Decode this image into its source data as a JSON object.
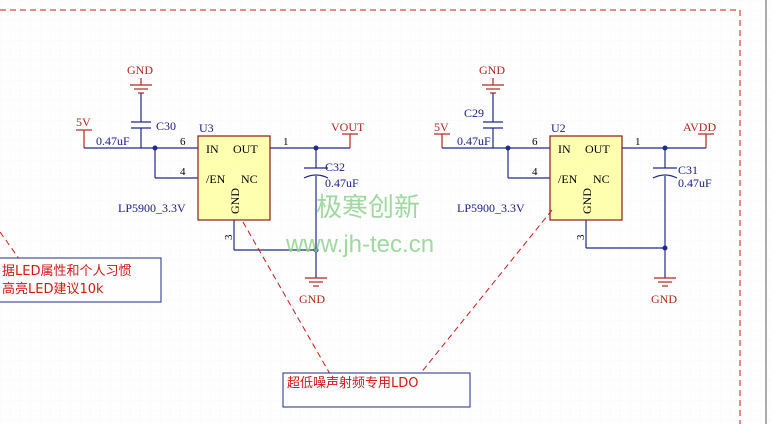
{
  "left": {
    "gnd_top": "GND",
    "cap_top": "C30",
    "cap_top_value": "0.47uF",
    "power_in": "5V",
    "ref": "U3",
    "part": "LP5900_3.3V",
    "pin_in": "IN",
    "pin_out": "OUT",
    "pin_en": "/EN",
    "pin_nc": "NC",
    "pin_gnd": "GND",
    "pin_num_in": "6",
    "pin_num_out": "1",
    "pin_num_en": "4",
    "pin_num_gnd": "3",
    "output_net": "VOUT",
    "cap_out": "C32",
    "cap_out_value": "0.47uF",
    "gnd_bottom": "GND"
  },
  "right": {
    "gnd_top": "GND",
    "cap_top": "C29",
    "cap_top_value": "0.47uF",
    "power_in": "5V",
    "ref": "U2",
    "part": "LP5900_3.3V",
    "pin_in": "IN",
    "pin_out": "OUT",
    "pin_en": "/EN",
    "pin_nc": "NC",
    "pin_gnd": "GND",
    "pin_num_in": "6",
    "pin_num_out": "1",
    "pin_num_en": "4",
    "pin_num_gnd": "3",
    "output_net": "AVDD",
    "cap_out": "C31",
    "cap_out_value": "0.47uF",
    "gnd_bottom": "GND"
  },
  "notes": {
    "left_line1": "据LED属性和个人习惯",
    "left_line2": "高亮LED建议10k",
    "bottom": "超低噪声射频专用LDO"
  },
  "watermark": {
    "line1": "极寒创新",
    "line2": "www.jh-tec.cn"
  },
  "colors": {
    "wire": "#1f2a8c",
    "power": "#b3261e",
    "chip_fill": "#ffffb0",
    "note": "#d01818",
    "watermark": "#8fd38f"
  }
}
